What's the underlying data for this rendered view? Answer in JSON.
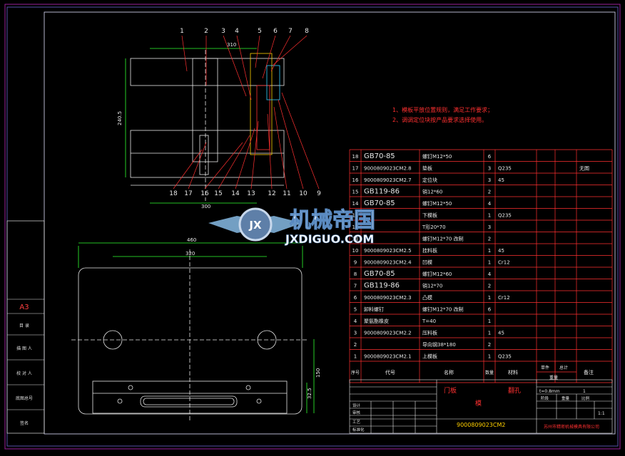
{
  "notes": [
    "1、模板平放位置规则，满足工作要求；",
    "2、调调定位块按产品要求选择使用。"
  ],
  "balloons_top": [
    "1",
    "2",
    "3",
    "4",
    "5",
    "6",
    "7",
    "8"
  ],
  "balloons_bottom": [
    "18",
    "17",
    "16",
    "15",
    "14",
    "13",
    "12",
    "11",
    "10",
    "9"
  ],
  "dims": {
    "top_width": "310",
    "side_height": "240.5",
    "base_width": "300",
    "plate_width": "460",
    "inner_width": "320",
    "side_small": "150",
    "side_tiny": "32.5"
  },
  "bom_rows": [
    {
      "no": "18",
      "code": "GB70-85",
      "name": "螺钉M12*50",
      "qty": "6",
      "mat": "",
      "note": "",
      "big": true
    },
    {
      "no": "17",
      "code": "9000809023CM2.8",
      "name": "垫板",
      "qty": "3",
      "mat": "Q235",
      "note": "无图"
    },
    {
      "no": "16",
      "code": "9000809023CM2.7",
      "name": "定位块",
      "qty": "3",
      "mat": "45",
      "note": ""
    },
    {
      "no": "15",
      "code": "GB119-86",
      "name": "销12*60",
      "qty": "2",
      "mat": "",
      "note": "",
      "big": true
    },
    {
      "no": "14",
      "code": "GB70-85",
      "name": "螺钉M12*50",
      "qty": "4",
      "mat": "",
      "note": "",
      "big": true
    },
    {
      "no": "13",
      "code": "",
      "name": "下模板",
      "qty": "1",
      "mat": "Q235",
      "note": ""
    },
    {
      "no": "12",
      "code": "",
      "name": "T形20*70",
      "qty": "3",
      "mat": "",
      "note": ""
    },
    {
      "no": "11",
      "code": "",
      "name": "螺钉M12*70 改制",
      "qty": "2",
      "mat": "",
      "note": ""
    },
    {
      "no": "10",
      "code": "9000809023CM2.5",
      "name": "挂料板",
      "qty": "1",
      "mat": "45",
      "note": ""
    },
    {
      "no": "9",
      "code": "9000809023CM2.4",
      "name": "凹模",
      "qty": "1",
      "mat": "Cr12",
      "note": ""
    },
    {
      "no": "8",
      "code": "GB70-85",
      "name": "螺钉M12*60",
      "qty": "4",
      "mat": "",
      "note": "",
      "big": true
    },
    {
      "no": "7",
      "code": "GB119-86",
      "name": "销12*70",
      "qty": "2",
      "mat": "",
      "note": "",
      "big": true
    },
    {
      "no": "6",
      "code": "9000809023CM2.3",
      "name": "凸模",
      "qty": "1",
      "mat": "Cr12",
      "note": ""
    },
    {
      "no": "5",
      "code": "卸料螺钉",
      "name": "螺钉M12*70 改制",
      "qty": "6",
      "mat": "",
      "note": ""
    },
    {
      "no": "4",
      "code": "聚氨酯橡皮",
      "name": "T=40",
      "qty": "1",
      "mat": "",
      "note": ""
    },
    {
      "no": "3",
      "code": "9000809023CM2.2",
      "name": "压料板",
      "qty": "1",
      "mat": "45",
      "note": ""
    },
    {
      "no": "2",
      "code": "",
      "name": "导向钢38*180",
      "qty": "2",
      "mat": "",
      "note": ""
    },
    {
      "no": "1",
      "code": "9000809023CM2.1",
      "name": "上模板",
      "qty": "1",
      "mat": "Q235",
      "note": ""
    }
  ],
  "bom_header": {
    "seq": "序号",
    "code": "代号",
    "name": "名称",
    "qty": "数量",
    "mat": "材料",
    "single": "单件",
    "total": "总计",
    "weight": "重量",
    "note": "备注"
  },
  "title_block": {
    "part_a": "门板",
    "part_b": "翻孔",
    "part_c": "模",
    "drawing_no": "9000809023CM2",
    "company": "苏州市精密机械模具有限公司",
    "thickness": "t=0.8mm",
    "labels": [
      "阶段",
      "重量",
      "比例",
      "设计",
      "审核",
      "工艺",
      "标准化"
    ],
    "scale": "1:1",
    "sheet": "1"
  },
  "left_strip": {
    "format": "A3",
    "rows": [
      "目 录",
      "描 图 人",
      "校 对 人",
      "底图总号",
      "签名"
    ]
  },
  "watermark": {
    "cn": "机械帝国",
    "en": "JXDIGUO.COM",
    "logo": "JX"
  }
}
